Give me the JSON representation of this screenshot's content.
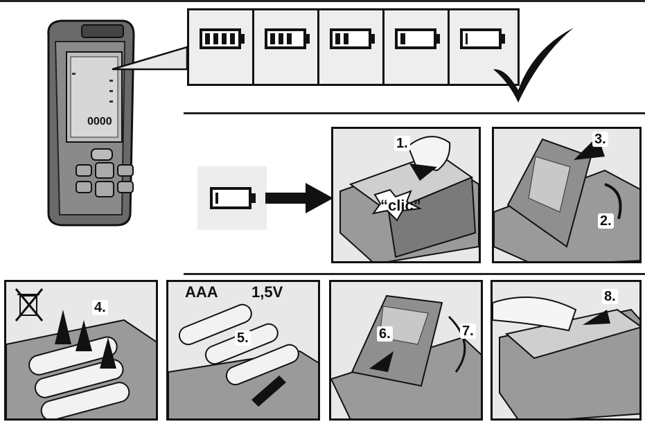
{
  "battery_levels": [
    4,
    3,
    2,
    1,
    0
  ],
  "steps": {
    "s1": "1.",
    "s2": "2.",
    "s3": "3.",
    "s4": "4.",
    "s5": "5.",
    "s6": "6.",
    "s7": "7.",
    "s8": "8."
  },
  "clic_text": "“clic”",
  "battery_type": "AAA",
  "battery_voltage": "1,5V",
  "device_display_value": "0000",
  "colors": {
    "line": "#111111",
    "panel": "#e8e8e8",
    "accent": "#000000"
  }
}
